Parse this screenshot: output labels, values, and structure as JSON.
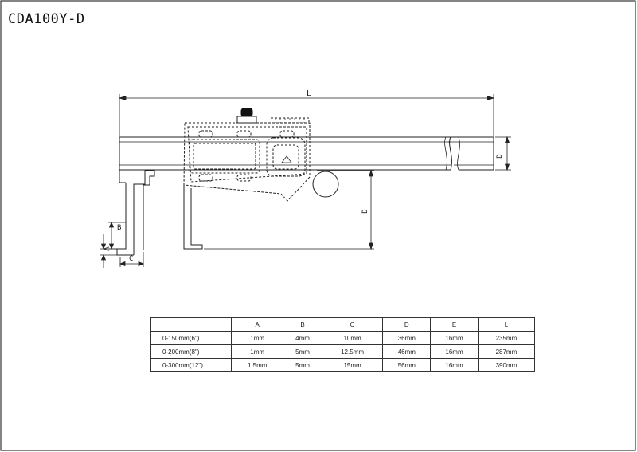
{
  "title": "CDA100Y-D",
  "dimension_labels": {
    "L": "L",
    "D_right": "D",
    "D_depth": "D",
    "A": "A",
    "B": "B",
    "C": "C"
  },
  "table": {
    "headers": [
      "",
      "A",
      "B",
      "C",
      "D",
      "E",
      "L"
    ],
    "rows": [
      {
        "range": "0-150mm(6\")",
        "A": "1mm",
        "B": "4mm",
        "C": "10mm",
        "D": "36mm",
        "E": "16mm",
        "L": "235mm"
      },
      {
        "range": "0-200mm(8\")",
        "A": "1mm",
        "B": "5mm",
        "C": "12.5mm",
        "D": "46mm",
        "E": "16mm",
        "L": "287mm"
      },
      {
        "range": "0-300mm(12\")",
        "A": "1.5mm",
        "B": "5mm",
        "C": "15mm",
        "D": "56mm",
        "E": "16mm",
        "L": "390mm"
      }
    ]
  }
}
